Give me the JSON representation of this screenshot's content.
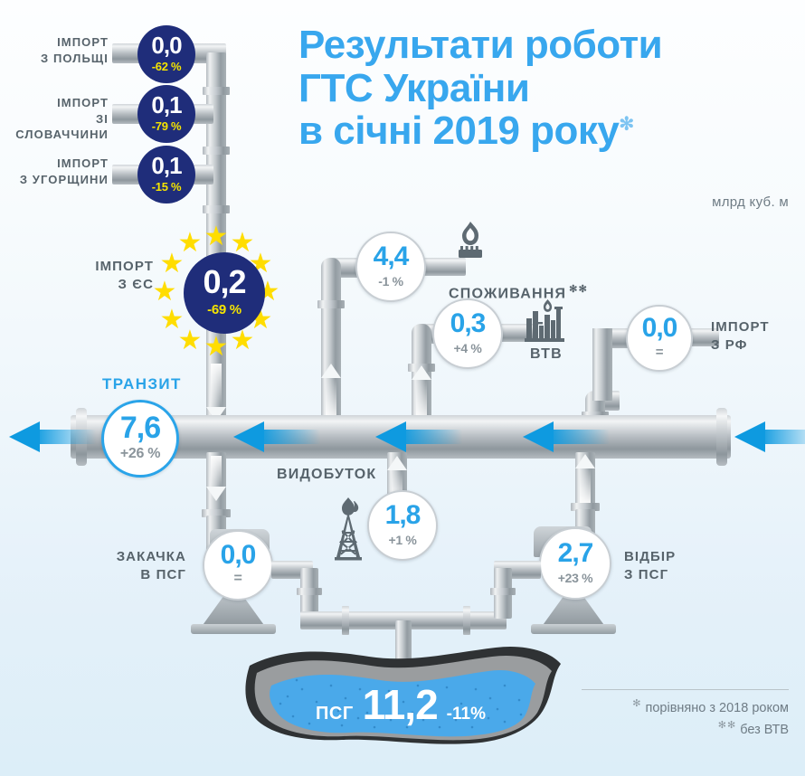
{
  "header": {
    "title_lines": [
      "Результати роботи",
      "ГТС України",
      "в січні 2019 року"
    ],
    "title_star": "✻",
    "units": "млрд куб. м",
    "accent_color": "#38a7ee",
    "navy_color": "#1f2d7a",
    "value_color": "#29a3e8",
    "delta_color": "#8a949b",
    "navy_delta_color": "#f5e400"
  },
  "labels": {
    "import_poland": "ІМПОРТ\nЗ ПОЛЬЩІ",
    "import_slovakia": "ІМПОРТ\nЗІ СЛОВАЧЧИНИ",
    "import_hungary": "ІМПОРТ\nЗ УГОРЩИНИ",
    "import_eu": "ІМПОРТ\nЗ ЄС",
    "transit": "ТРАНЗИТ",
    "consumption": "СПОЖИВАННЯ",
    "consumption_star": "✻✻",
    "vtb": "ВТВ",
    "import_rf": "ІМПОРТ\nЗ  РФ",
    "production": "ВИДОБУТОК",
    "injection": "ЗАКАЧКА\nВ ПСГ",
    "withdrawal": "ВІДБІР\nЗ ПСГ",
    "storage_tag": "ПСГ"
  },
  "metrics": {
    "poland": {
      "value": "0,0",
      "delta": "-62 %"
    },
    "slovakia": {
      "value": "0,1",
      "delta": "-79 %"
    },
    "hungary": {
      "value": "0,1",
      "delta": "-15 %"
    },
    "eu_total": {
      "value": "0,2",
      "delta": "-69 %"
    },
    "transit": {
      "value": "7,6",
      "delta": "+26 %"
    },
    "consumption": {
      "value": "4,4",
      "delta": "-1 %"
    },
    "vtb": {
      "value": "0,3",
      "delta": "+4 %"
    },
    "import_rf": {
      "value": "0,0",
      "delta": "="
    },
    "production": {
      "value": "1,8",
      "delta": "+1 %"
    },
    "injection": {
      "value": "0,0",
      "delta": "="
    },
    "withdrawal": {
      "value": "2,7",
      "delta": "+23 %"
    },
    "storage": {
      "value": "11,2",
      "delta": "-11%"
    }
  },
  "footnotes": {
    "one_star": "✻",
    "one_text": " порівняно з 2018 роком",
    "two_star": "✻✻",
    "two_text": " без ВТВ"
  },
  "icons": {
    "burner": "gas-burner-icon",
    "factory": "factory-icon",
    "derrick": "drilling-derrick-icon"
  },
  "chart_data": {
    "type": "diagram",
    "title": "Результати роботи ГТС України в січні 2019 року",
    "unit": "млрд куб. м",
    "comparison_note": "порівняно з 2018 роком",
    "nodes": [
      {
        "name": "Імпорт з Польщі",
        "value": 0.0,
        "delta": "-62 %"
      },
      {
        "name": "Імпорт зі Словаччини",
        "value": 0.1,
        "delta": "-79 %"
      },
      {
        "name": "Імпорт з Угорщини",
        "value": 0.1,
        "delta": "-15 %"
      },
      {
        "name": "Імпорт з ЄС",
        "value": 0.2,
        "delta": "-69 %"
      },
      {
        "name": "Транзит",
        "value": 7.6,
        "delta": "+26 %"
      },
      {
        "name": "Споживання",
        "value": 4.4,
        "delta": "-1 %"
      },
      {
        "name": "ВТВ",
        "value": 0.3,
        "delta": "+4 %"
      },
      {
        "name": "Імпорт з РФ",
        "value": 0.0,
        "delta": "="
      },
      {
        "name": "Видобуток",
        "value": 1.8,
        "delta": "+1 %"
      },
      {
        "name": "Закачка в ПСГ",
        "value": 0.0,
        "delta": "="
      },
      {
        "name": "Відбір з ПСГ",
        "value": 2.7,
        "delta": "+23 %"
      },
      {
        "name": "ПСГ (запас)",
        "value": 11.2,
        "delta": "-11%"
      }
    ]
  }
}
